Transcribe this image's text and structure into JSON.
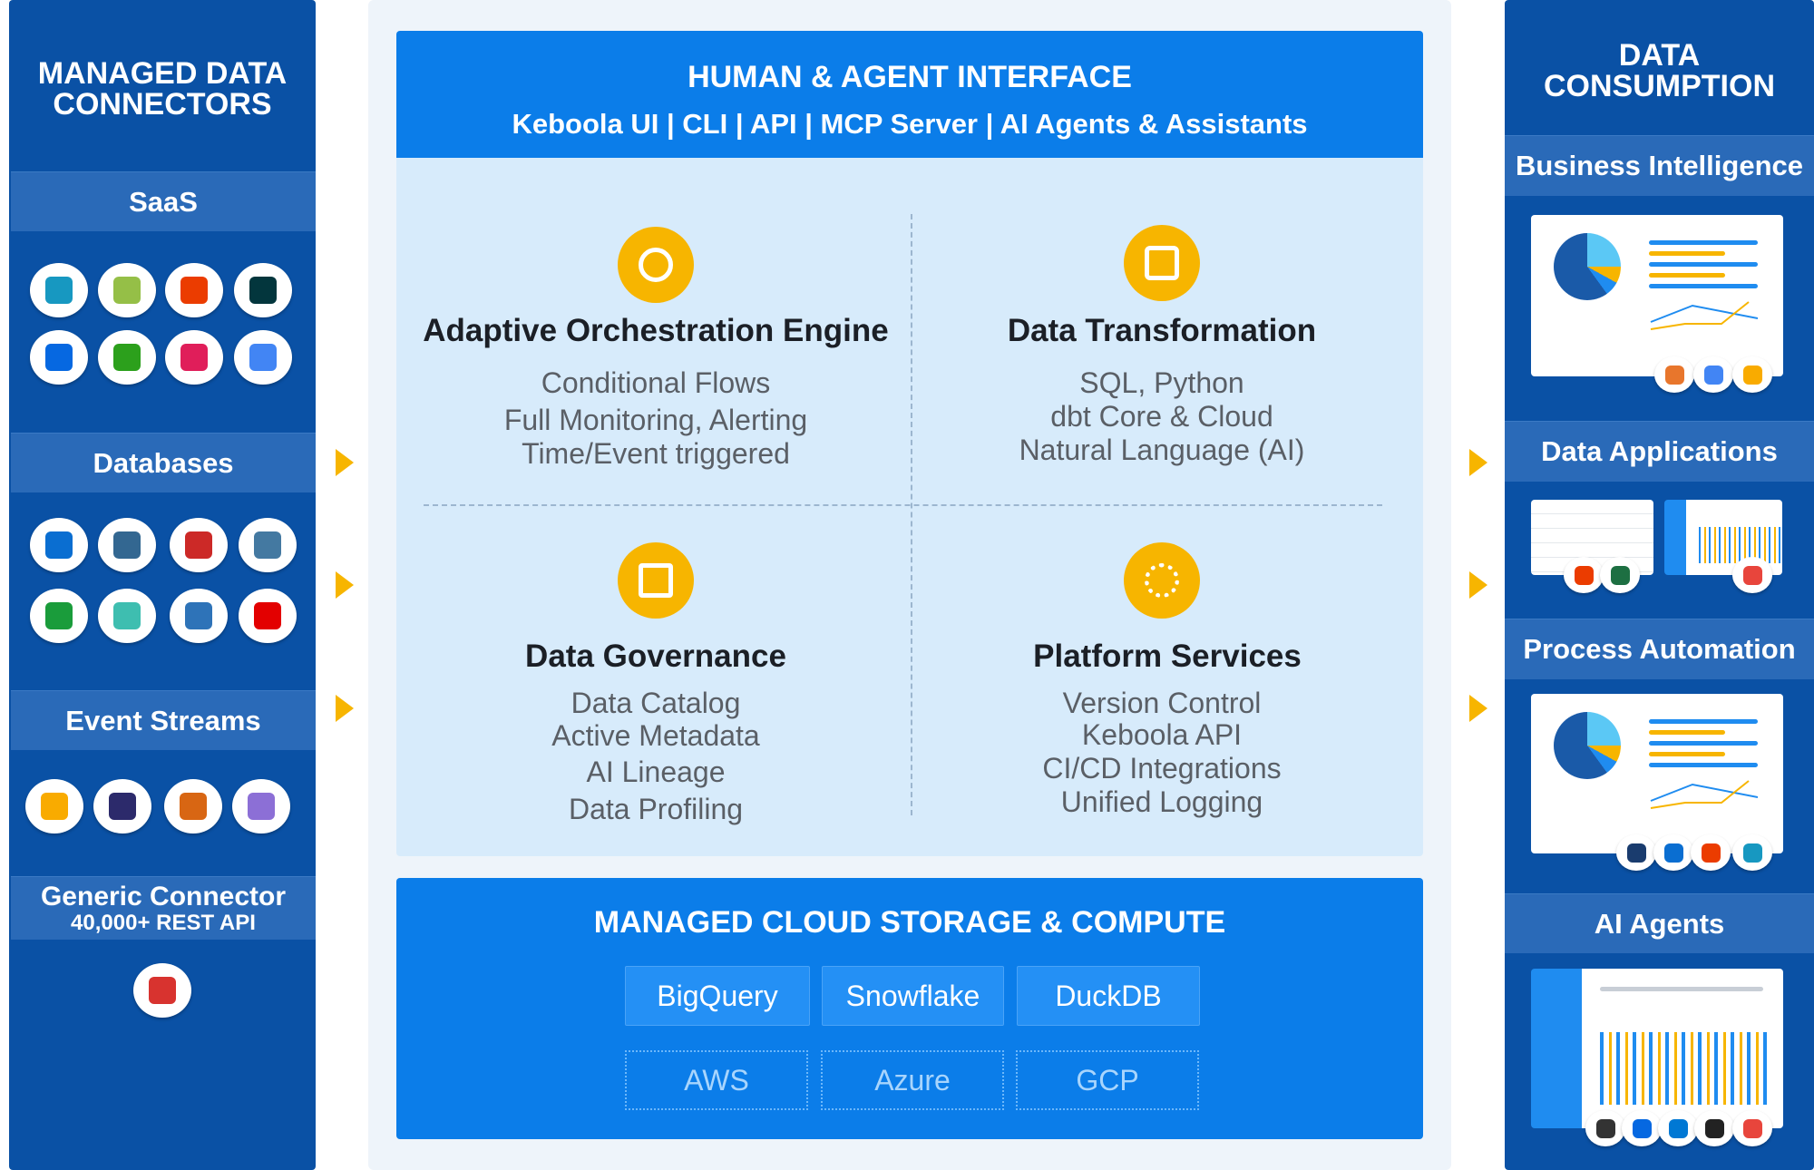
{
  "left": {
    "title_line1": "MANAGED DATA",
    "title_line2": "CONNECTORS",
    "sections": {
      "saas": "SaaS",
      "databases": "Databases",
      "event_streams": "Event Streams",
      "generic": "Generic Connector",
      "generic_sub": "40,000+ REST API"
    },
    "saas_logos": [
      {
        "icon": "salesforce-icon",
        "color": "#1798c1"
      },
      {
        "icon": "shopify-icon",
        "color": "#95bf47"
      },
      {
        "icon": "office-icon",
        "color": "#eb3c00"
      },
      {
        "icon": "zendesk-icon",
        "color": "#03363d"
      },
      {
        "icon": "meta-icon",
        "color": "#0668e1"
      },
      {
        "icon": "quickbooks-icon",
        "color": "#2ca01c"
      },
      {
        "icon": "slack-icon",
        "color": "#e01e5a"
      },
      {
        "icon": "google-ads-icon",
        "color": "#4285f4"
      }
    ],
    "db_logos": [
      {
        "icon": "sap-icon",
        "color": "#0a6ed1"
      },
      {
        "icon": "postgresql-icon",
        "color": "#336791"
      },
      {
        "icon": "sql-server-icon",
        "color": "#cc2927"
      },
      {
        "icon": "mysql-icon",
        "color": "#4479a1"
      },
      {
        "icon": "ibm-db2-icon",
        "color": "#1a9c3b"
      },
      {
        "icon": "elastic-icon",
        "color": "#3ebeb0"
      },
      {
        "icon": "redshift-icon",
        "color": "#2e73b8"
      },
      {
        "icon": "oracle-icon",
        "color": "#e30000"
      }
    ],
    "stream_logos": [
      {
        "icon": "google-analytics-icon",
        "color": "#f9ab00"
      },
      {
        "icon": "adobe-analytics-icon",
        "color": "#2c2a6b"
      },
      {
        "icon": "aws-kinesis-icon",
        "color": "#d86613"
      },
      {
        "icon": "hexagon-icon",
        "color": "#8c6fd6"
      }
    ],
    "generic_logo": {
      "icon": "api-gear-icon",
      "color": "#d8332f"
    }
  },
  "center": {
    "header_title": "HUMAN & AGENT INTERFACE",
    "header_subtitle": "Keboola UI | CLI | API | MCP Server | AI Agents & Assistants",
    "quadrants": [
      {
        "icon": "orchestration-icon",
        "title": "Adaptive Orchestration Engine",
        "items": [
          "Conditional Flows",
          "Full Monitoring, Alerting",
          "Time/Event triggered"
        ]
      },
      {
        "icon": "transformation-icon",
        "title": "Data Transformation",
        "items": [
          "SQL, Python",
          "dbt Core & Cloud",
          "Natural Language (AI)"
        ]
      },
      {
        "icon": "governance-icon",
        "title": "Data Governance",
        "items": [
          "Data Catalog",
          "Active Metadata",
          "AI Lineage",
          "Data Profiling"
        ]
      },
      {
        "icon": "platform-services-icon",
        "title": "Platform Services",
        "items": [
          "Version Control",
          "Keboola API",
          "CI/CD Integrations",
          "Unified Logging"
        ]
      }
    ],
    "storage_title": "MANAGED CLOUD STORAGE & COMPUTE",
    "storage_engines": [
      "BigQuery",
      "Snowflake",
      "DuckDB"
    ],
    "clouds": [
      "AWS",
      "Azure",
      "GCP"
    ]
  },
  "right": {
    "title_line1": "DATA",
    "title_line2": "CONSUMPTION",
    "sections": [
      "Business Intelligence",
      "Data Applications",
      "Process Automation",
      "AI Agents"
    ]
  },
  "colors": {
    "panel": "#0a51a5",
    "section": "#2a6ab8",
    "accent": "#f7b500",
    "interface": "#0b7de9",
    "inner": "#d7ebfb"
  }
}
